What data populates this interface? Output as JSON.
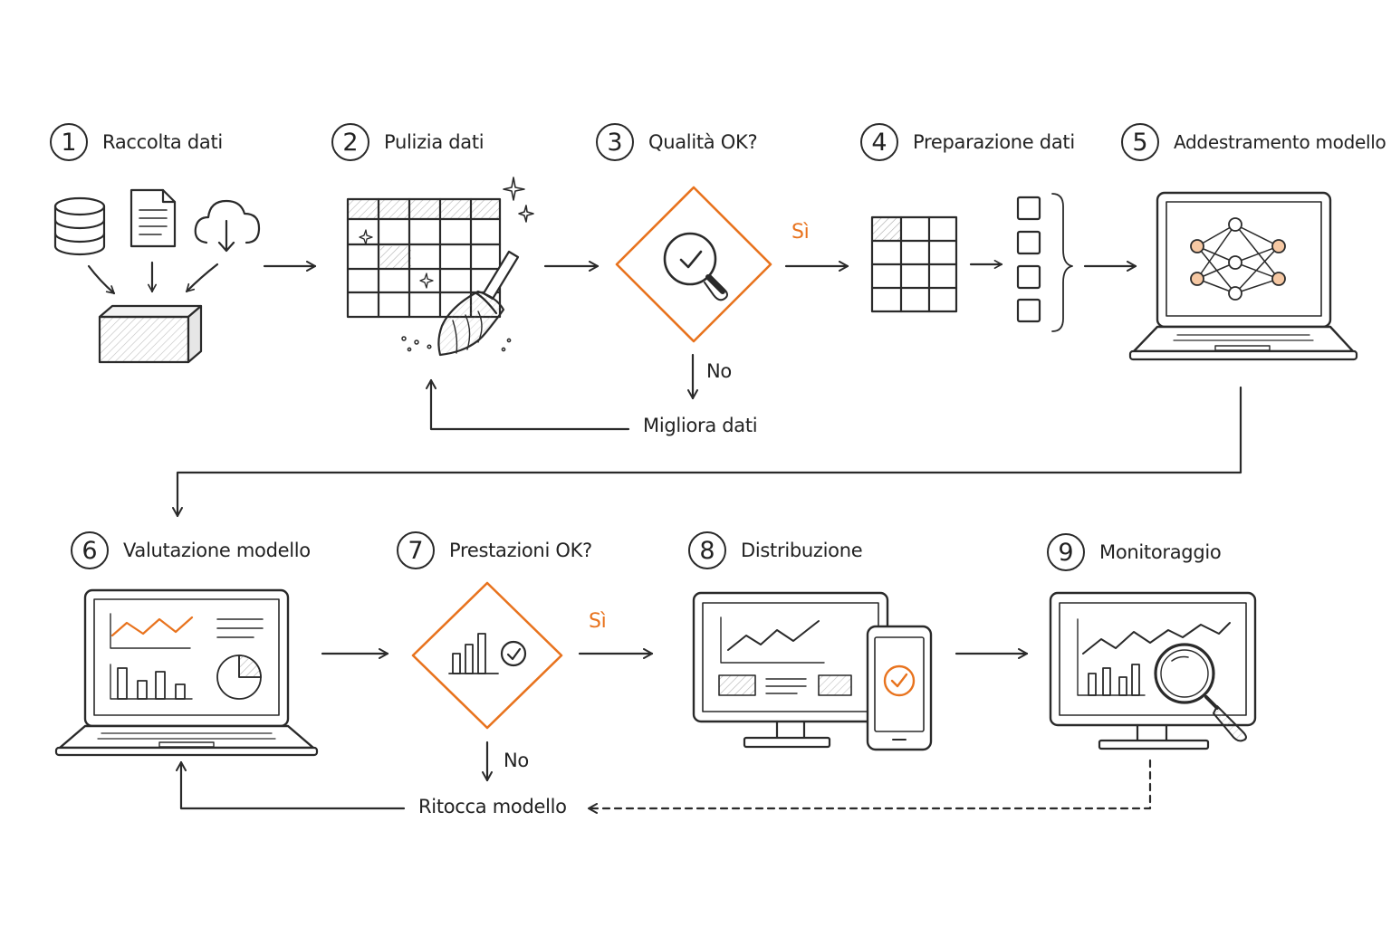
{
  "steps": [
    {
      "num": "1",
      "label": "Raccolta dati"
    },
    {
      "num": "2",
      "label": "Pulizia dati"
    },
    {
      "num": "3",
      "label": "Qualità OK?"
    },
    {
      "num": "4",
      "label": "Preparazione dati"
    },
    {
      "num": "5",
      "label": "Addestramento modello"
    },
    {
      "num": "6",
      "label": "Valutazione modello"
    },
    {
      "num": "7",
      "label": "Prestazioni OK?"
    },
    {
      "num": "8",
      "label": "Distribuzione"
    },
    {
      "num": "9",
      "label": "Monitoraggio"
    }
  ],
  "branches": {
    "quality_yes": "Sì",
    "quality_no": "No",
    "improve_data": "Migliora dati",
    "performance_yes": "Sì",
    "performance_no": "No",
    "tune_model": "Ritocca modello"
  },
  "icons": {
    "step1": [
      "database-icon",
      "document-icon",
      "cloud-download-icon",
      "storage-box-icon"
    ],
    "step2": [
      "data-table-icon",
      "broom-icon",
      "sparkle-icon"
    ],
    "step3": [
      "decision-diamond-icon",
      "magnifier-check-icon"
    ],
    "step4": [
      "data-table-icon",
      "feature-list-icon",
      "brace-icon"
    ],
    "step5": [
      "laptop-icon",
      "neural-network-icon"
    ],
    "step6": [
      "laptop-icon",
      "dashboard-charts-icon"
    ],
    "step7": [
      "decision-diamond-icon",
      "bar-chart-check-icon"
    ],
    "step8": [
      "monitor-icon",
      "smartphone-check-icon"
    ],
    "step9": [
      "monitor-icon",
      "magnifier-icon"
    ]
  },
  "colors": {
    "ink": "#2a2a2a",
    "accent": "#e8731e",
    "shade": "#d9d9d9"
  }
}
